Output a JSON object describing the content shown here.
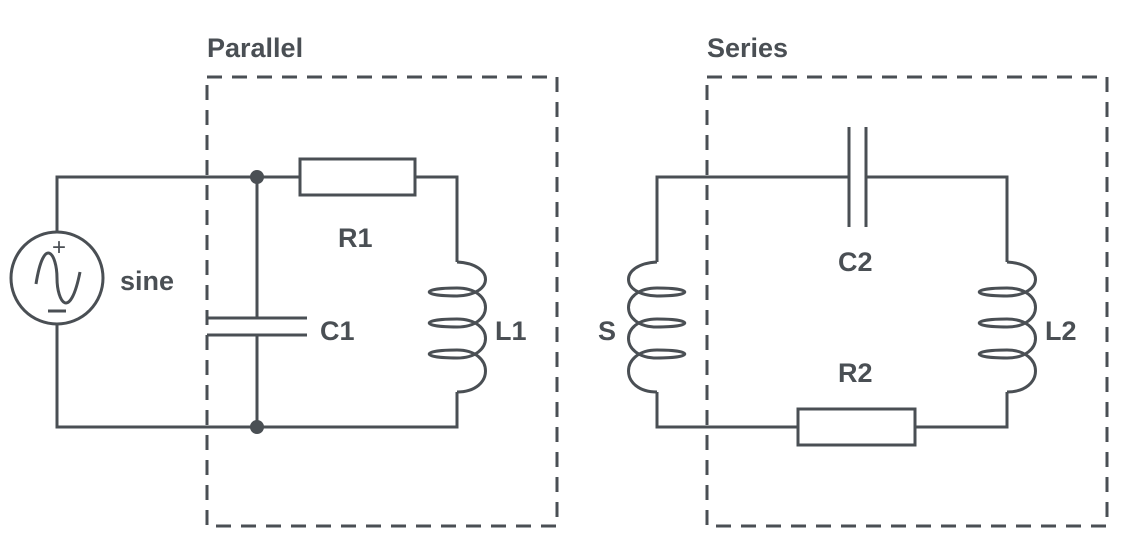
{
  "colors": {
    "ink": "#4a4f54",
    "background": "#ffffff"
  },
  "groups": {
    "parallel_title": "Parallel",
    "series_title": "Series"
  },
  "components": {
    "source_label": "sine",
    "source_plus": "+",
    "source_minus": "−",
    "r1": "R1",
    "c1": "C1",
    "l1": "L1",
    "c2": "C2",
    "r2": "R2",
    "l2": "L2",
    "s": "S"
  },
  "icons": {
    "source": "sine-voltage-source-icon",
    "resistor": "resistor-icon",
    "capacitor": "capacitor-icon",
    "inductor": "inductor-coil-icon",
    "junction": "junction-dot-icon"
  }
}
